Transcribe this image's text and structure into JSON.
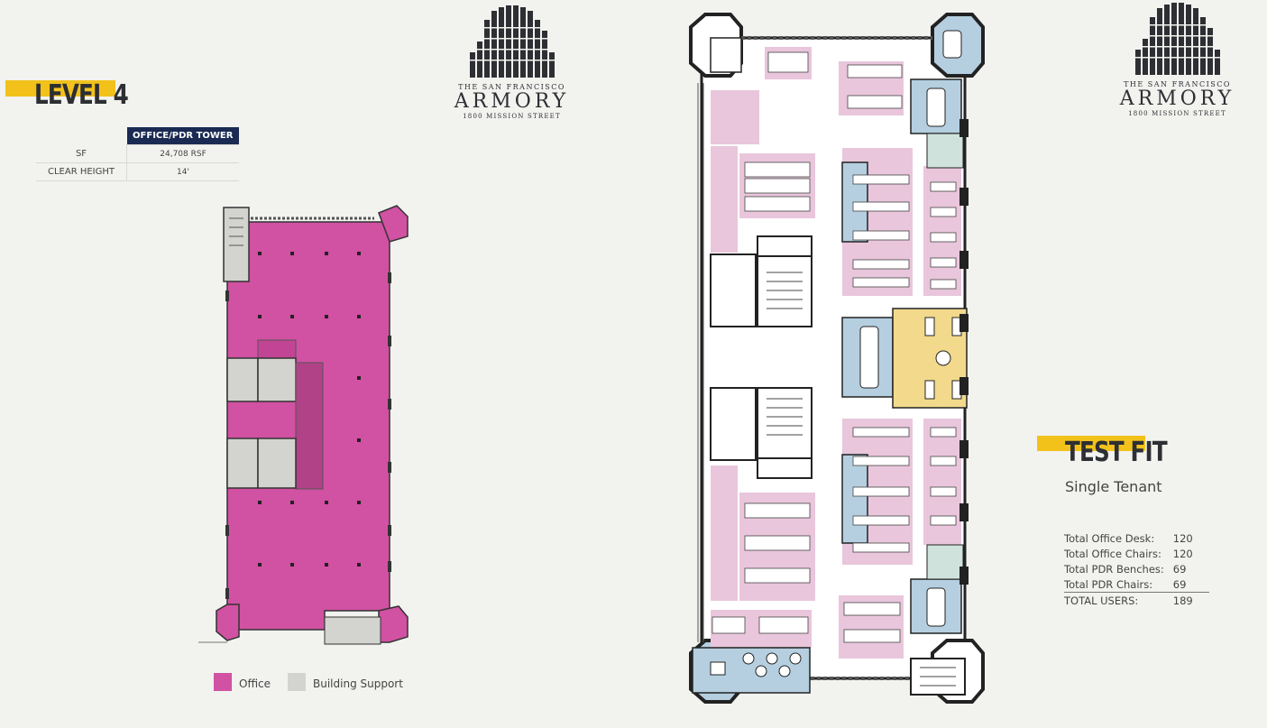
{
  "level": {
    "title": "LEVEL 4"
  },
  "spec_table": {
    "header": "OFFICE/PDR TOWER",
    "rows": [
      {
        "label": "SF",
        "value": "24,708 RSF"
      },
      {
        "label": "CLEAR HEIGHT",
        "value": "14'"
      }
    ]
  },
  "logo": {
    "top_text": "THE SAN FRANCISCO",
    "name": "ARMORY",
    "address": "1800 MISSION STREET"
  },
  "legend": [
    {
      "label": "Office",
      "color": "#d151a3"
    },
    {
      "label": "Building Support",
      "color": "#d3d3cf"
    }
  ],
  "test_fit": {
    "title": "TEST FIT",
    "subtitle": "Single Tenant",
    "totals": [
      {
        "label": "Total Office Desk:",
        "value": "120"
      },
      {
        "label": "Total Office Chairs:",
        "value": "120"
      },
      {
        "label": "Total PDR Benches:",
        "value": "69"
      },
      {
        "label": "Total PDR Chairs:",
        "value": "69"
      },
      {
        "label": "TOTAL USERS:",
        "value": "189"
      }
    ]
  },
  "colors": {
    "accent_yellow": "#f2c21b",
    "office_magenta": "#d151a3",
    "navy": "#1a2a52",
    "workstation_pink": "#e9c6dc",
    "meeting_blue": "#b5cfe0",
    "lounge_yellow": "#f2d98c"
  }
}
